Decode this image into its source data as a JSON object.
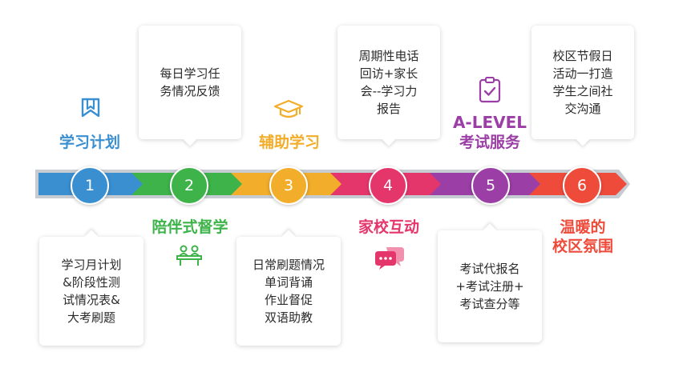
{
  "colors": {
    "blue": "#3a8fd1",
    "green": "#3db34a",
    "yellow": "#f2ad2a",
    "pink": "#e5366c",
    "purple": "#9b3ea6",
    "red": "#ef4b3b"
  },
  "steps": [
    {
      "number": "1",
      "label": "学习计划",
      "icon": "bookmark-icon",
      "card_lines": [
        "学习月计划",
        "&阶段性测",
        "试情况表&",
        "大考刷题"
      ]
    },
    {
      "number": "2",
      "label": "陪伴式督学",
      "icon": "students-desk-icon",
      "card_lines": [
        "每日学习任",
        "务情况反馈"
      ]
    },
    {
      "number": "3",
      "label": "辅助学习",
      "icon": "graduation-cap-icon",
      "card_lines": [
        "日常刷题情况",
        "单词背诵",
        "作业督促",
        "双语助教"
      ]
    },
    {
      "number": "4",
      "label": "家校互动",
      "icon": "chat-bubbles-icon",
      "card_lines": [
        "周期性电话",
        "回访+家长",
        "会--学习力",
        "报告"
      ]
    },
    {
      "number": "5",
      "label_lines": [
        "A-LEVEL",
        "考试服务"
      ],
      "icon": "clipboard-check-icon",
      "card_lines": [
        "考试代报名",
        "+考试注册+",
        "考试查分等"
      ]
    },
    {
      "number": "6",
      "label_lines": [
        "温暖的",
        "校区氛围"
      ],
      "icon": "",
      "card_lines": [
        "校区节假日",
        "活动一打造",
        "学生之间社",
        "交沟通"
      ]
    }
  ]
}
